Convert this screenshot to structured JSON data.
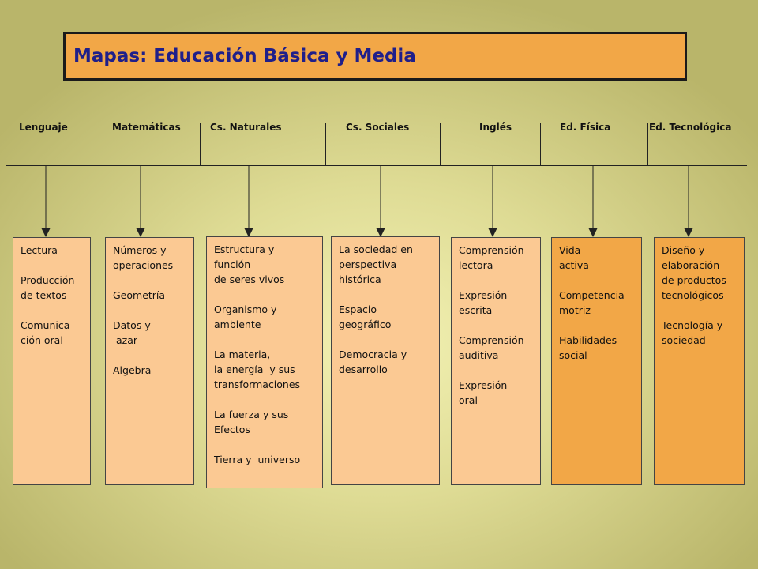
{
  "title": "Mapas: Educación Básica y Media",
  "subjects": [
    {
      "name": "Lenguaje",
      "lines": [
        "Lectura",
        "",
        "Producción",
        "de textos",
        "",
        "Comunica-",
        "ción oral"
      ]
    },
    {
      "name": "Matemáticas",
      "lines": [
        "Números y",
        "operaciones",
        "",
        "Geometría",
        "",
        "Datos y",
        " azar",
        "",
        "Algebra"
      ]
    },
    {
      "name": "Cs. Naturales",
      "lines": [
        "Estructura y",
        "función",
        "de seres vivos",
        "",
        "Organismo y",
        "ambiente",
        "",
        "La materia,",
        "la energía  y sus",
        "transformaciones",
        "",
        "La fuerza y sus",
        "Efectos",
        "",
        "Tierra y  universo"
      ]
    },
    {
      "name": "Cs. Sociales",
      "lines": [
        "La sociedad en",
        "perspectiva",
        "histórica",
        "",
        "Espacio",
        "geográfico",
        "",
        "Democracia y",
        "desarrollo"
      ]
    },
    {
      "name": "Inglés",
      "lines": [
        "Comprensión",
        "lectora",
        "",
        "Expresión",
        "escrita",
        "",
        "Comprensión",
        "auditiva",
        "",
        "Expresión",
        "oral"
      ]
    },
    {
      "name": "Ed. Física",
      "lines": [
        "Vida",
        "activa",
        "",
        "Competencia",
        "motriz",
        "",
        "Habilidades",
        "social"
      ]
    },
    {
      "name": "Ed. Tecnológica",
      "lines": [
        "Diseño y",
        "elaboración",
        "de productos",
        "tecnológicos",
        "",
        "Tecnología y",
        "sociedad"
      ]
    }
  ],
  "colors": {
    "title_fill": "#f2a747",
    "title_text": "#1f1f8a",
    "box_light": "#fbc993",
    "box_dark": "#f2a747"
  }
}
